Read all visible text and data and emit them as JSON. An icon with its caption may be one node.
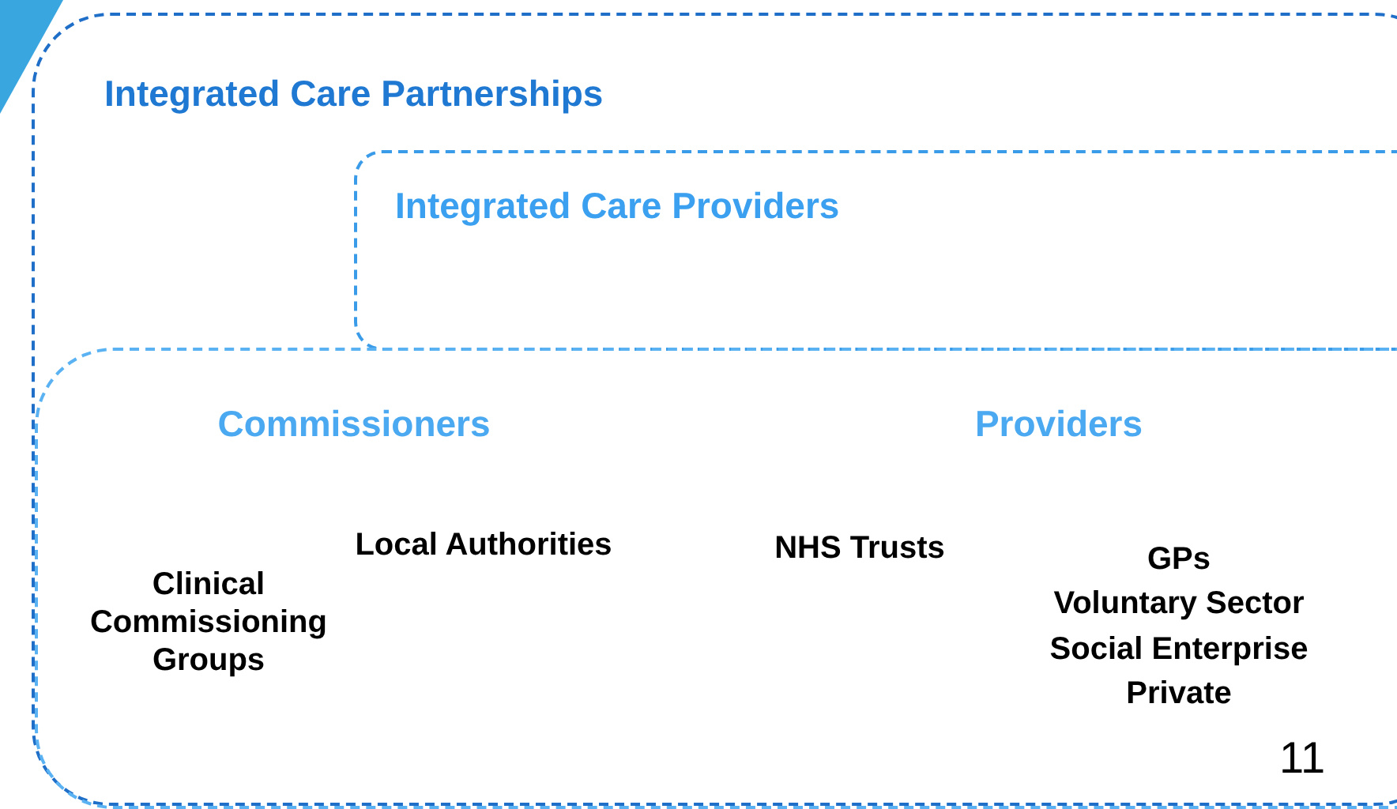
{
  "diagram": {
    "nodes": [
      {
        "text": [
          "Integrated Care Partnerships"
        ]
      },
      {
        "text": [
          "Integrated Care Providers"
        ],
        "in": 0
      },
      {
        "text": [],
        "shape": "box",
        "in": 0
      }
    ],
    "labels": [
      "Commissioners",
      "Providers",
      "Local Authorities",
      "NHS Trusts",
      "Clinical Commissioning Groups",
      "GPs",
      "Voluntary Sector",
      "Social Enterprise",
      "Private",
      "11"
    ]
  }
}
